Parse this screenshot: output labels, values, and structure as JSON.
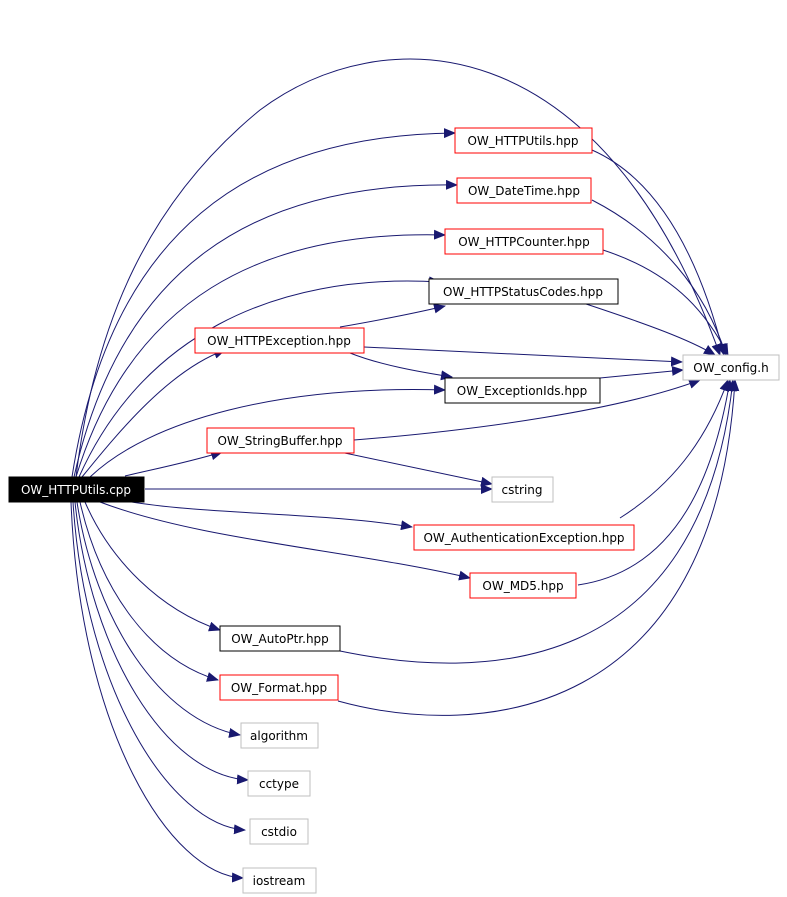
{
  "colors": {
    "edge": "#191970",
    "border_red": "#ff0000",
    "border_black": "#000000",
    "border_gray": "#bfbfbf",
    "root_fill": "#000000",
    "root_text": "#ffffff",
    "text": "#000000"
  },
  "nodes": {
    "root": "OW_HTTPUtils.cpp",
    "httputils_hpp": "OW_HTTPUtils.hpp",
    "datetime": "OW_DateTime.hpp",
    "httpcounter": "OW_HTTPCounter.hpp",
    "statuscodes": "OW_HTTPStatusCodes.hpp",
    "httpexception": "OW_HTTPException.hpp",
    "config": "OW_config.h",
    "exceptionids": "OW_ExceptionIds.hpp",
    "stringbuffer": "OW_StringBuffer.hpp",
    "cstring": "cstring",
    "authexception": "OW_AuthenticationException.hpp",
    "md5": "OW_MD5.hpp",
    "autoptr": "OW_AutoPtr.hpp",
    "format": "OW_Format.hpp",
    "algorithm": "algorithm",
    "cctype": "cctype",
    "cstdio": "cstdio",
    "iostream": "iostream"
  }
}
